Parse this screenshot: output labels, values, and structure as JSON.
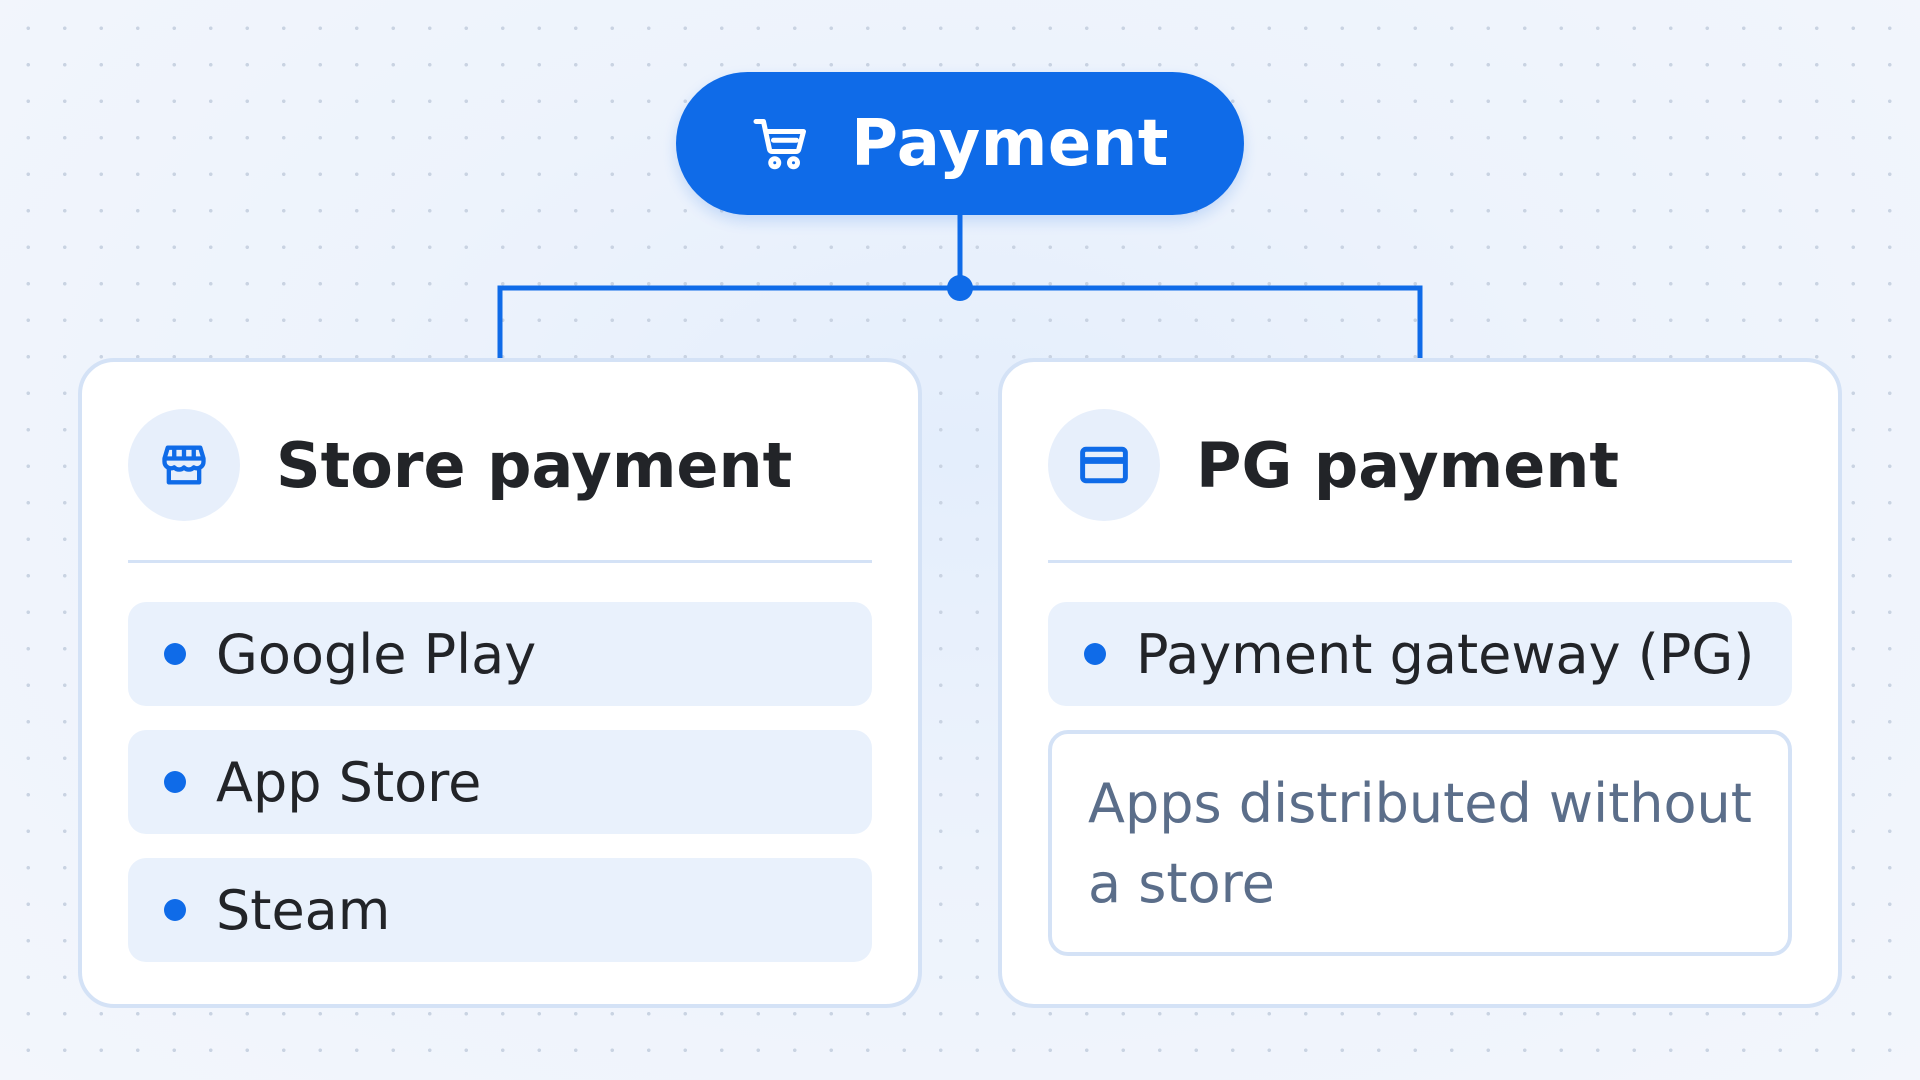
{
  "colors": {
    "accent": "#0f6be8",
    "card_border": "#d4e2f6",
    "item_background": "#e9f1fc",
    "text_dark": "#222428",
    "text_muted": "#5b6e8a"
  },
  "root": {
    "label": "Payment",
    "icon": "cart-icon"
  },
  "branches": [
    {
      "title": "Store payment",
      "icon": "storefront-icon",
      "items": [
        "Google Play",
        "App Store",
        "Steam"
      ]
    },
    {
      "title": "PG payment",
      "icon": "credit-card-icon",
      "items": [
        "Payment gateway (PG)"
      ],
      "note": "Apps distributed without a store"
    }
  ]
}
